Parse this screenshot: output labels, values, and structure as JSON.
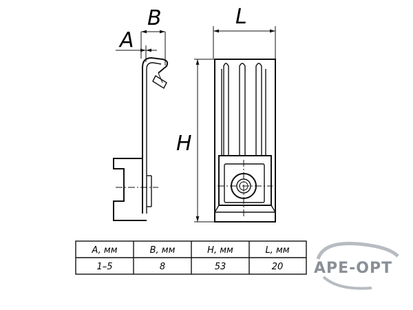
{
  "dimensions": {
    "a_label": "A",
    "b_label": "B",
    "l_label": "L",
    "h_label": "H"
  },
  "table": {
    "headers": [
      "A, мм",
      "B, мм",
      "H, мм",
      "L, мм"
    ],
    "values": [
      "1–5",
      "8",
      "53",
      "20"
    ]
  },
  "logo": {
    "text": "APE-OPT",
    "color": "#8a8f96"
  }
}
